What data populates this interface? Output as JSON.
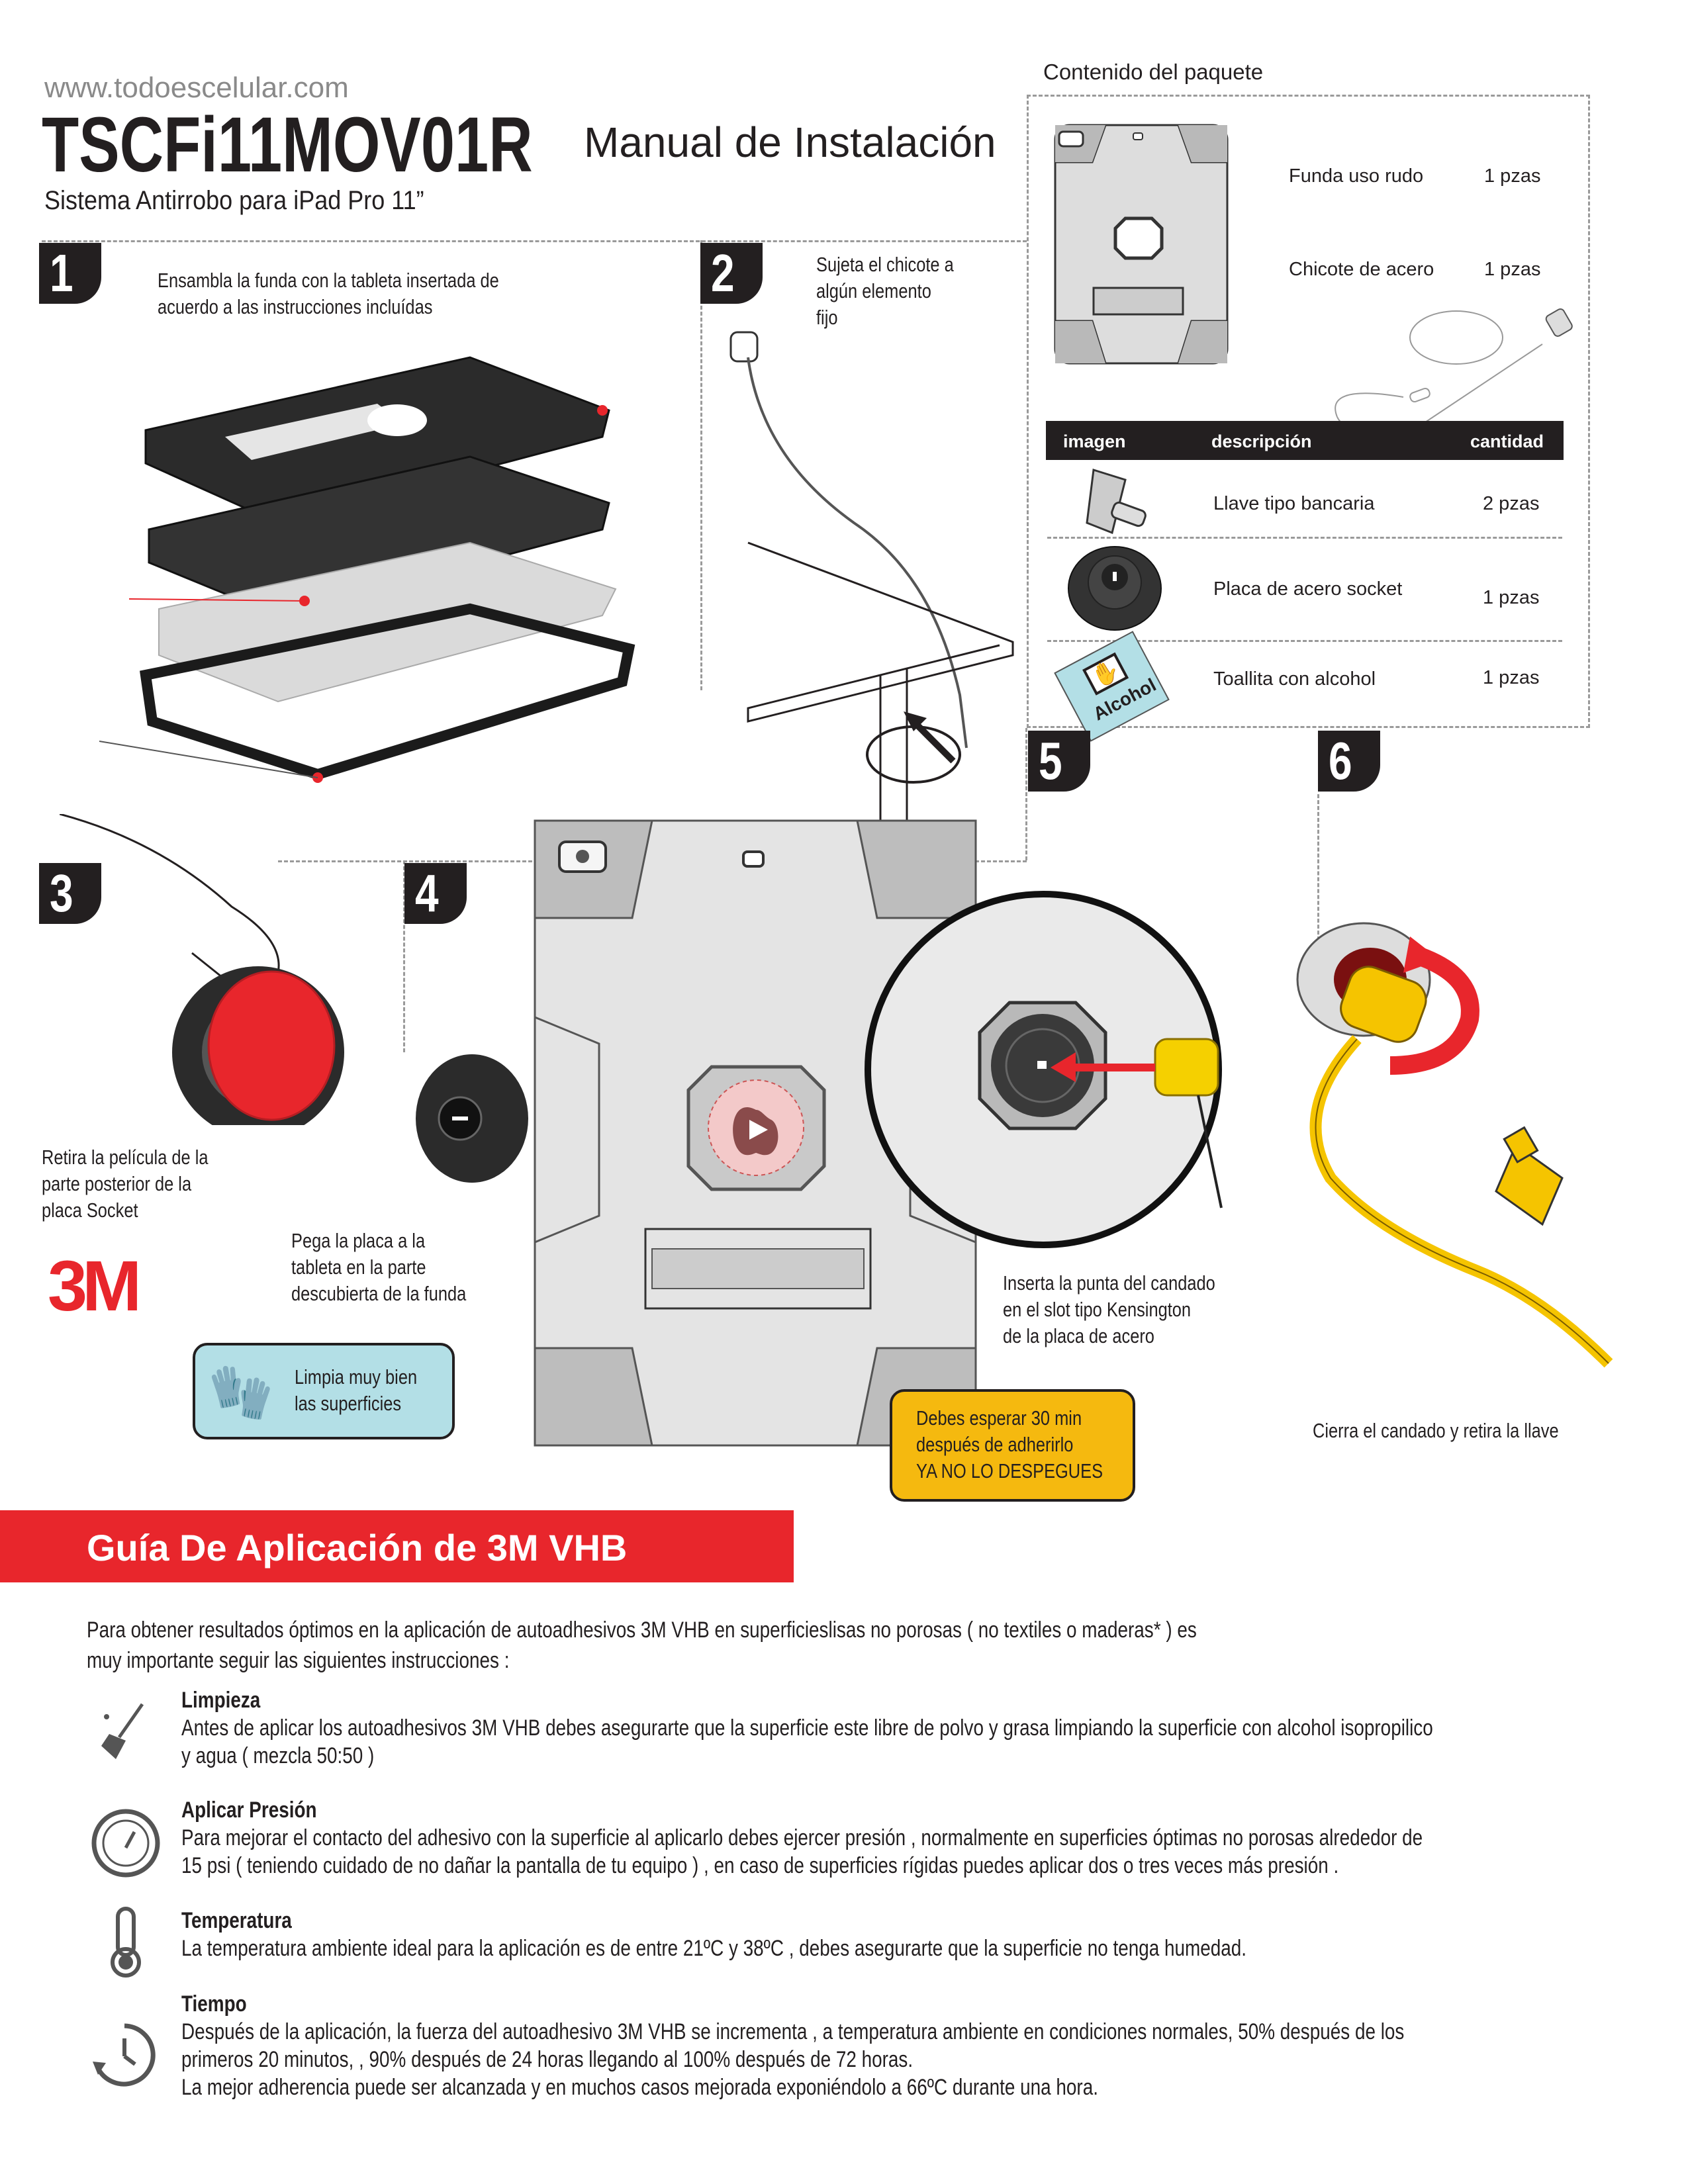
{
  "header": {
    "url": "www.todoescelular.com",
    "model": "TSCFi11MOV01R",
    "subtitle": "Sistema Antirrobo para iPad Pro 11”",
    "manual_title": "Manual de Instalación"
  },
  "package": {
    "title": "Contenido del paquete",
    "top_items": [
      {
        "desc": "Funda uso rudo",
        "qty": "1 pzas"
      },
      {
        "desc": "Chicote de acero",
        "qty": "1 pzas"
      }
    ],
    "table": {
      "headers": [
        "imagen",
        "descripción",
        "cantidad"
      ],
      "rows": [
        {
          "desc": "Llave tipo bancaria",
          "qty": "2 pzas"
        },
        {
          "desc": "Placa de acero socket",
          "qty": "1 pzas"
        },
        {
          "desc": "Toallita con alcohol",
          "qty": "1 pzas"
        }
      ]
    },
    "alcohol_label": "Alcohol"
  },
  "steps": [
    {
      "number": "1",
      "lines": [
        "Ensambla la funda con la tableta insertada de",
        "acuerdo a las instrucciones incluídas"
      ]
    },
    {
      "number": "2",
      "lines": [
        "Sujeta el chicote a",
        "algún elemento",
        "fijo"
      ]
    },
    {
      "number": "3",
      "lines": [
        "Retira la película de la",
        "parte posterior de la",
        "placa Socket"
      ]
    },
    {
      "number": "4",
      "lines": [
        "Pega la placa a la",
        "tableta en la parte",
        "descubierta de la funda"
      ]
    },
    {
      "number": "5",
      "lines": [
        "Inserta la punta del candado",
        "en el slot tipo Kensington",
        "de la placa de acero"
      ]
    },
    {
      "number": "6",
      "lines": [
        "Cierra el candado y retira la llave"
      ]
    }
  ],
  "clean_tip": [
    "Limpia muy bien",
    "las superficies"
  ],
  "warning": [
    "Debes esperar 30 min",
    "después de adherirlo",
    "YA NO LO DESPEGUES"
  ],
  "brand": "3M",
  "colors": {
    "red": "#e8262c",
    "yellow": "#f5b90f",
    "light_blue": "#b3dfe6",
    "dark": "#231f20"
  },
  "guide": {
    "title": "Guía De Aplicación de 3M VHB",
    "intro": [
      "Para obtener resultados óptimos en la aplicación de autoadhesivos 3M VHB en superficieslisas no porosas ( no textiles o maderas* ) es",
      "muy importante seguir las siguientes instrucciones :"
    ],
    "sections": [
      {
        "icon": "broom-icon",
        "title": "Limpieza",
        "lines": [
          "Antes de aplicar los autoadhesivos 3M VHB debes asegurarte que la superficie este libre de polvo y grasa limpiando la superficie con alcohol isopropilico",
          "y agua ( mezcla 50:50 )"
        ]
      },
      {
        "icon": "gauge-icon",
        "title": "Aplicar Presión",
        "lines": [
          "Para mejorar el contacto del adhesivo con la superficie al aplicarlo debes ejercer presión , normalmente en superficies óptimas no porosas alrededor de",
          "15 psi ( teniendo cuidado de no dañar la pantalla de tu equipo ) , en caso de superficies rígidas puedes aplicar dos o tres veces más presión ."
        ]
      },
      {
        "icon": "thermometer-icon",
        "title": "Temperatura",
        "lines": [
          "La temperatura ambiente ideal para la aplicación es de entre 21ºC y 38ºC , debes asegurarte que la superficie no tenga humedad."
        ]
      },
      {
        "icon": "clock-icon",
        "title": "Tiempo",
        "lines": [
          "Después de la aplicación, la fuerza del autoadhesivo 3M VHB se incrementa , a temperatura ambiente en condiciones normales, 50% después de los",
          "primeros 20 minutos, , 90% después de 24 horas llegando al 100% después de 72 horas.",
          "La mejor adherencia puede ser alcanzada y en muchos casos mejorada exponiéndolo a 66ºC durante una hora."
        ]
      }
    ]
  }
}
